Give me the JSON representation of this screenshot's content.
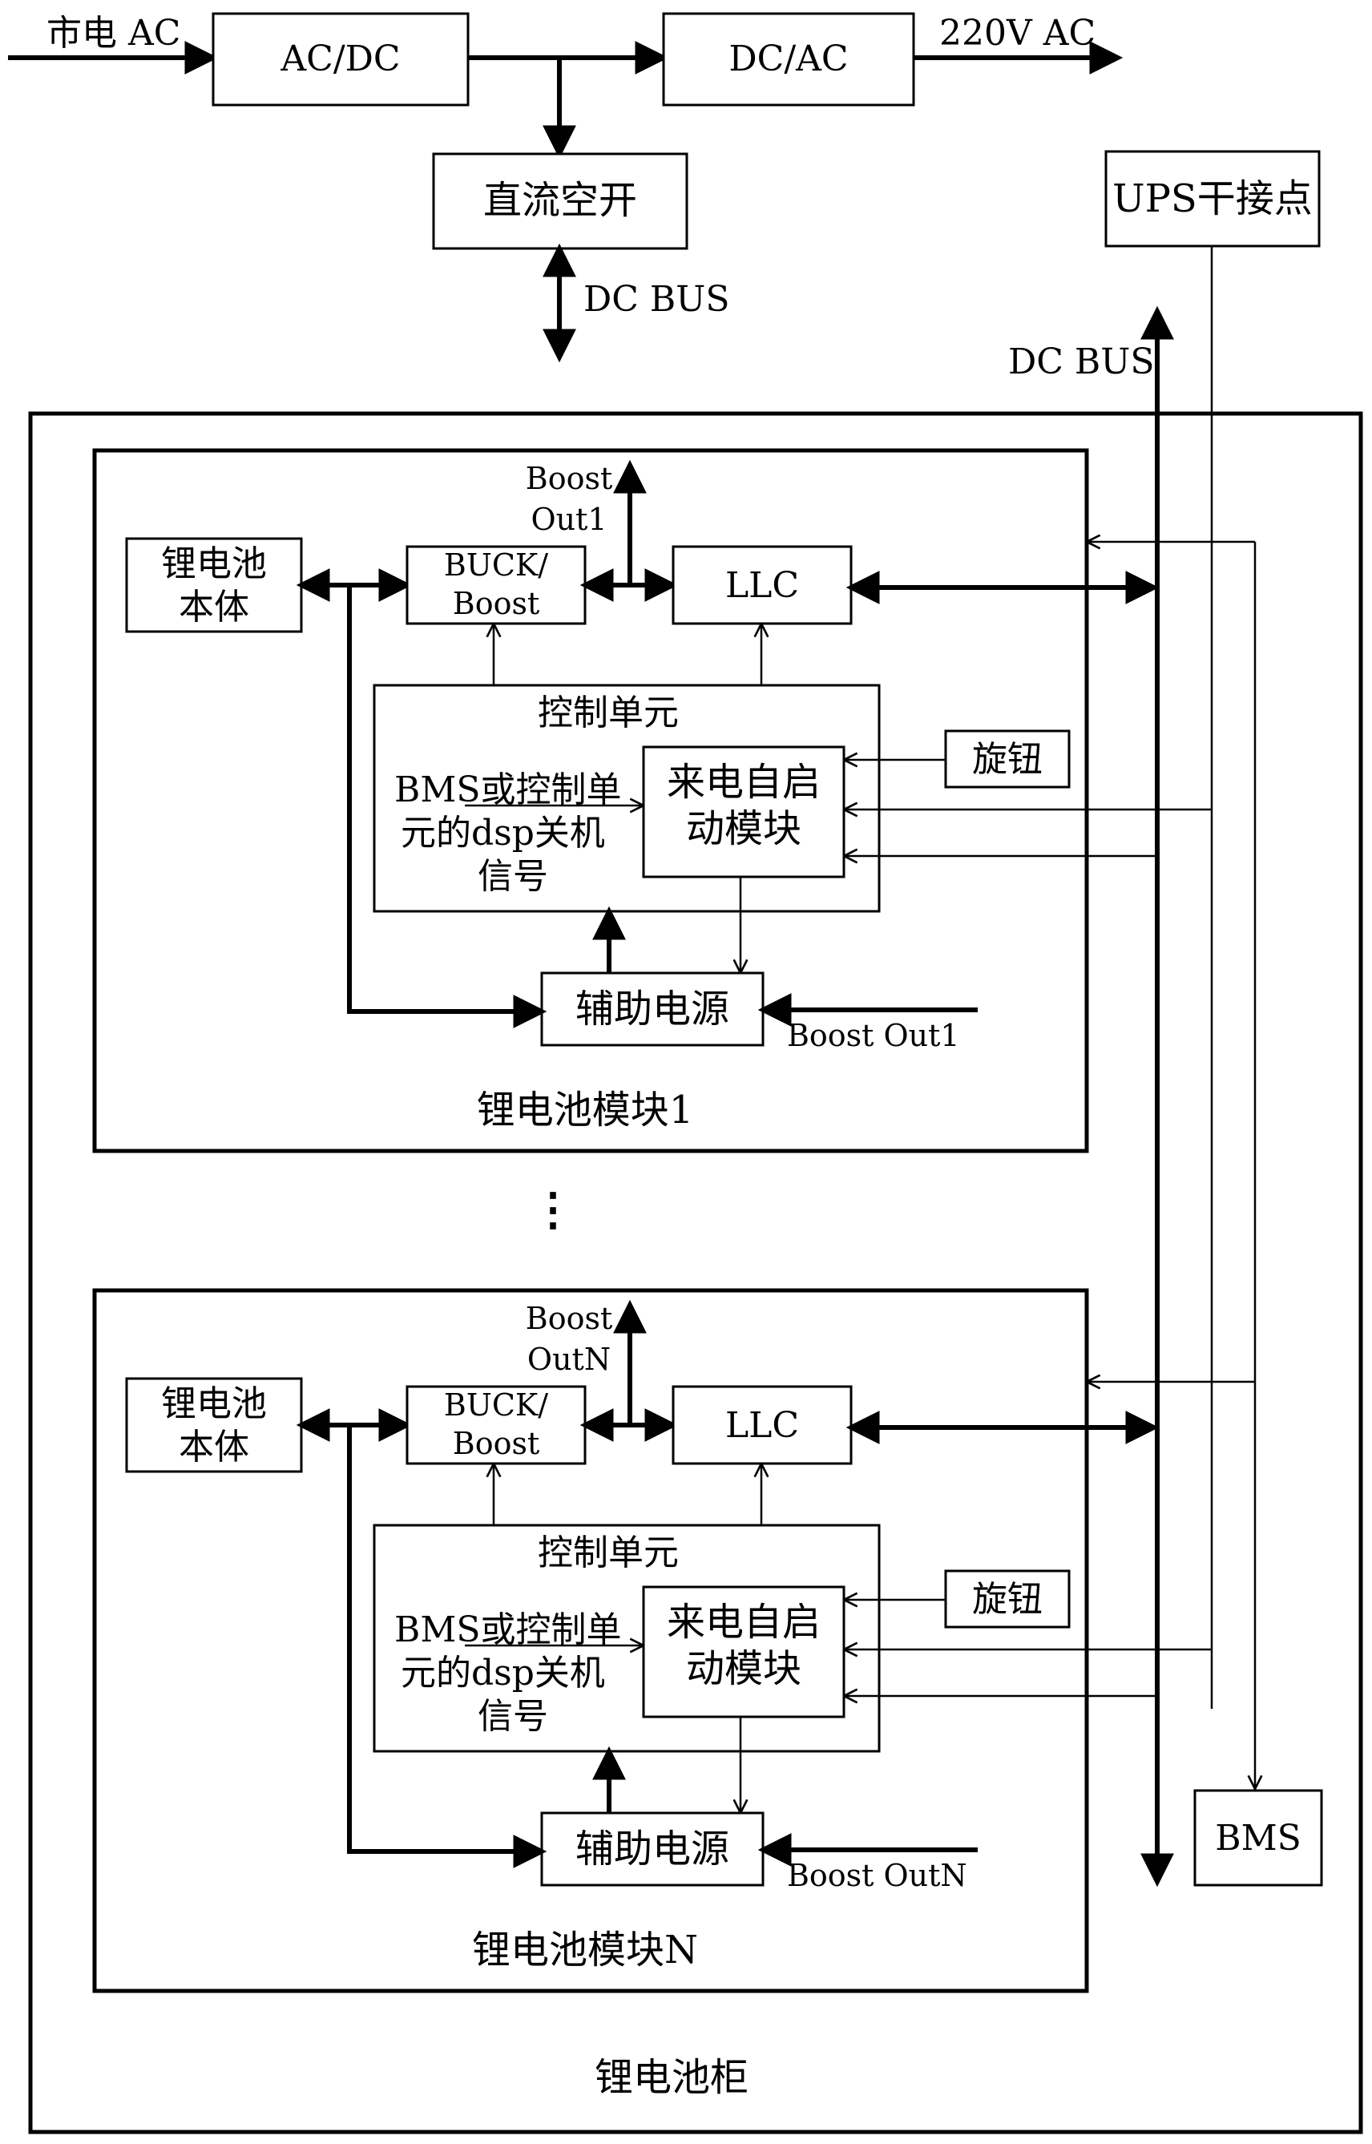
{
  "top": {
    "mains_ac": "市电 AC",
    "acdc": "AC/DC",
    "dcac": "DC/AC",
    "output_ac": "220V AC",
    "dc_breaker": "直流空开",
    "dc_bus_top": "DC BUS",
    "ups_dry_contact": "UPS干接点",
    "dc_bus_right": "DC BUS"
  },
  "cabinet": {
    "label": "锂电池柜",
    "ellipsis": "⋮",
    "bms": "BMS"
  },
  "modules": [
    {
      "title": "锂电池模块1",
      "boost_out_line1": "Boost",
      "boost_out_line2": "Out1",
      "battery_line1": "锂电池",
      "battery_line2": "本体",
      "buck_line1": "BUCK/",
      "buck_line2": "Boost",
      "llc": "LLC",
      "control_unit": "控制单元",
      "shutdown_line1": "BMS或控制单",
      "shutdown_line2": "元的dsp关机",
      "shutdown_line3": "信号",
      "autostart_line1": "来电自启",
      "autostart_line2": "动模块",
      "knob": "旋钮",
      "aux_power": "辅助电源",
      "aux_boost_out": "Boost Out1"
    },
    {
      "title": "锂电池模块N",
      "boost_out_line1": "Boost",
      "boost_out_line2": "OutN",
      "battery_line1": "锂电池",
      "battery_line2": "本体",
      "buck_line1": "BUCK/",
      "buck_line2": "Boost",
      "llc": "LLC",
      "control_unit": "控制单元",
      "shutdown_line1": "BMS或控制单",
      "shutdown_line2": "元的dsp关机",
      "shutdown_line3": "信号",
      "autostart_line1": "来电自启",
      "autostart_line2": "动模块",
      "knob": "旋钮",
      "aux_power": "辅助电源",
      "aux_boost_out": "Boost OutN"
    }
  ]
}
